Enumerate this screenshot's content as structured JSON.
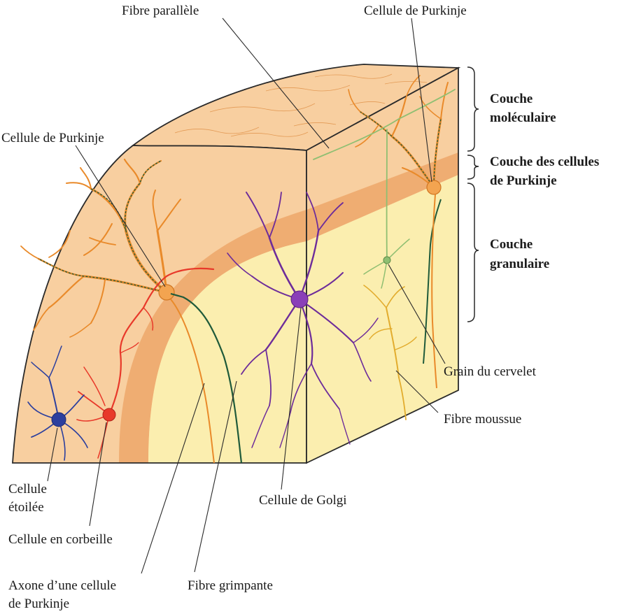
{
  "labels": {
    "fibre_parallele": "Fibre parallèle",
    "purkinje_top": "Cellule de Purkinje",
    "purkinje_left": "Cellule de Purkinje",
    "couche_moleculaire": [
      "Couche",
      "moléculaire"
    ],
    "couche_purkinje": [
      "Couche des cellules",
      "de Purkinje"
    ],
    "couche_granulaire": [
      "Couche",
      "granulaire"
    ],
    "grain": "Grain du cervelet",
    "fibre_moussue": "Fibre moussue",
    "etoilee": [
      "Cellule",
      "étoilée"
    ],
    "corbeille": "Cellule en corbeille",
    "golgi": "Cellule de Golgi",
    "axone": [
      "Axone d’une cellule",
      "de Purkinje"
    ],
    "grimpante": "Fibre grimpante"
  },
  "colors": {
    "molecular": "#f8cfa0",
    "purkinje_band": "#efad72",
    "granular": "#fbeeaf",
    "purkinje_cell": "#e98a2a",
    "basket_cell": "#e8392a",
    "stellate_cell": "#2c3f9e",
    "golgi_cell": "#6d2c9a",
    "parallel_fiber": "#8fbf72",
    "climbing_fiber": "#1f5a3a",
    "mossy_fiber": "#e2ac2e",
    "outline": "#2a2a2a"
  }
}
